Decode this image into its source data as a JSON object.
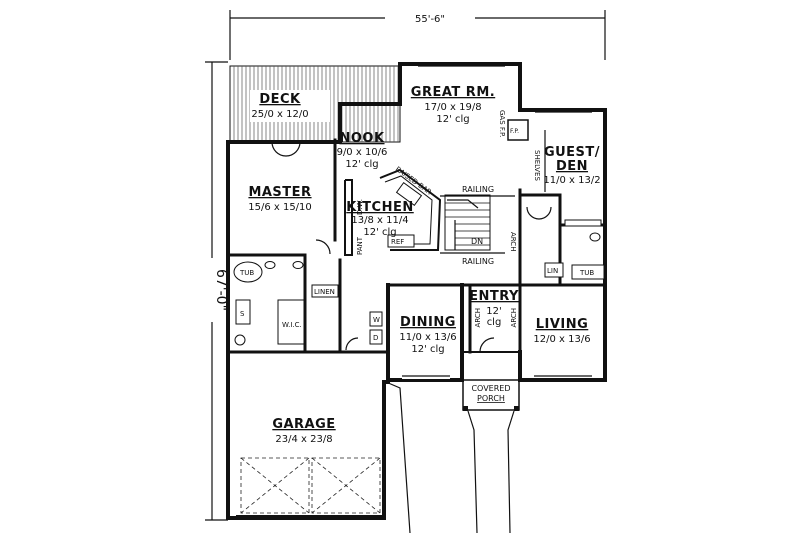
{
  "dimensions": {
    "width": "55'-6\"",
    "depth": "67'-0\""
  },
  "rooms": {
    "deck": {
      "name": "DECK",
      "size": "25/0 x 12/0"
    },
    "great_room": {
      "name": "GREAT RM.",
      "size": "17/0 x 19/8",
      "ceiling": "12' clg"
    },
    "nook": {
      "name": "NOOK",
      "size": "9/0 x 10/6",
      "ceiling": "12' clg"
    },
    "kitchen": {
      "name": "KITCHEN",
      "size": "13/8 x 11/4",
      "ceiling": "12' clg"
    },
    "master": {
      "name": "MASTER",
      "size": "15/6 x 15/10"
    },
    "guest_den": {
      "name_line1": "GUEST/",
      "name_line2": "DEN",
      "size": "11/0 x 13/2"
    },
    "dining": {
      "name": "DINING",
      "size": "11/0 x 13/6",
      "ceiling": "12' clg"
    },
    "entry": {
      "name": "ENTRY",
      "ceiling_line1": "12'",
      "ceiling_line2": "clg"
    },
    "living": {
      "name": "LIVING",
      "size": "12/0 x 13/6"
    },
    "garage": {
      "name": "GARAGE",
      "size": "23/4 x 23/8"
    },
    "covered_porch": {
      "line1": "COVERED",
      "line2": "PORCH"
    }
  },
  "labels": {
    "raised_bar": "RAISED BAR",
    "railing_top": "RAILING",
    "railing_bottom": "RAILING",
    "stair_dn": "DN",
    "pantry": "PANT",
    "dw": "D.W.",
    "ref": "REF",
    "linen": "LINEN",
    "wic": "W.I.C.",
    "tub_master": "TUB",
    "tub_guest": "TUB",
    "shelves": "SHELVES",
    "gas_fp": "GAS F.P.",
    "lin": "LIN",
    "arch_kitchen": "ARCH",
    "arch_dining": "ARCH",
    "arch_entry": "ARCH",
    "washer": "W",
    "dryer": "D",
    "shower": "S",
    "fp_box": "F.P."
  }
}
